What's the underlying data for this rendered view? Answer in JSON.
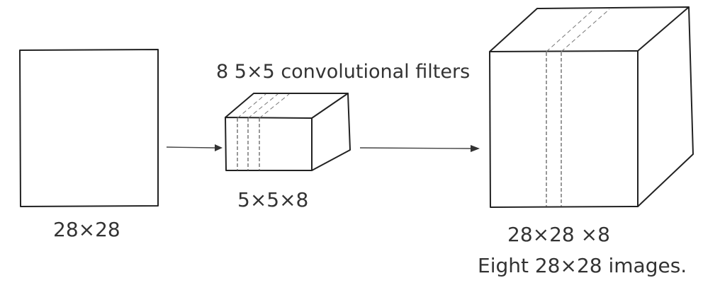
{
  "input": {
    "size_label": "28×28"
  },
  "filters": {
    "caption": "8 5×5 convolutional filters",
    "size_label": "5×5×8"
  },
  "output": {
    "size_label": "28×28 ×8",
    "description": "Eight 28×28 images."
  }
}
